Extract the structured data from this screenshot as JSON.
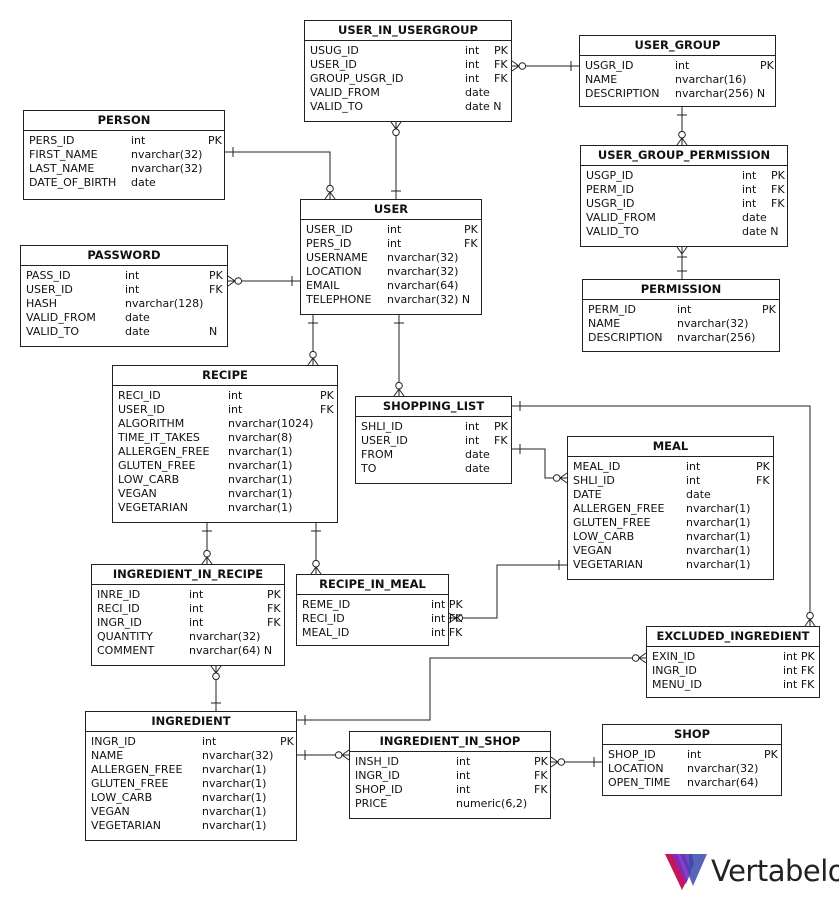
{
  "tables": {
    "user_in_usergroup": {
      "name": "USER_IN_USERGROUP",
      "rows": [
        {
          "col": "USUG_ID",
          "type": "int",
          "key": "PK"
        },
        {
          "col": "USER_ID",
          "type": "int",
          "key": "FK"
        },
        {
          "col": "GROUP_USGR_ID",
          "type": "int",
          "key": "FK"
        },
        {
          "col": "VALID_FROM",
          "type": "date",
          "key": ""
        },
        {
          "col": "VALID_TO",
          "type": "date N",
          "key": ""
        }
      ]
    },
    "user_group": {
      "name": "USER_GROUP",
      "rows": [
        {
          "col": "USGR_ID",
          "type": "int",
          "key": "PK"
        },
        {
          "col": "NAME",
          "type": "nvarchar(16)",
          "key": ""
        },
        {
          "col": "DESCRIPTION",
          "type": "nvarchar(256) N",
          "key": ""
        }
      ]
    },
    "person": {
      "name": "PERSON",
      "rows": [
        {
          "col": "PERS_ID",
          "type": "int",
          "key": "PK"
        },
        {
          "col": "FIRST_NAME",
          "type": "nvarchar(32)",
          "key": ""
        },
        {
          "col": "LAST_NAME",
          "type": "nvarchar(32)",
          "key": ""
        },
        {
          "col": "DATE_OF_BIRTH",
          "type": "date",
          "key": ""
        }
      ]
    },
    "user_group_permission": {
      "name": "USER_GROUP_PERMISSION",
      "rows": [
        {
          "col": "USGP_ID",
          "type": "int",
          "key": "PK"
        },
        {
          "col": "PERM_ID",
          "type": "int",
          "key": "FK"
        },
        {
          "col": "USGR_ID",
          "type": "int",
          "key": "FK"
        },
        {
          "col": "VALID_FROM",
          "type": "date",
          "key": ""
        },
        {
          "col": "VALID_TO",
          "type": "date N",
          "key": ""
        }
      ]
    },
    "user": {
      "name": "USER",
      "rows": [
        {
          "col": "USER_ID",
          "type": "int",
          "key": "PK"
        },
        {
          "col": "PERS_ID",
          "type": "int",
          "key": "FK"
        },
        {
          "col": "USERNAME",
          "type": "nvarchar(32)",
          "key": ""
        },
        {
          "col": "LOCATION",
          "type": "nvarchar(32)",
          "key": ""
        },
        {
          "col": "EMAIL",
          "type": "nvarchar(64)",
          "key": ""
        },
        {
          "col": "TELEPHONE",
          "type": "nvarchar(32) N",
          "key": ""
        }
      ]
    },
    "password": {
      "name": "PASSWORD",
      "rows": [
        {
          "col": "PASS_ID",
          "type": "int",
          "key": "PK"
        },
        {
          "col": "USER_ID",
          "type": "int",
          "key": "FK"
        },
        {
          "col": "HASH",
          "type": "nvarchar(128)",
          "key": ""
        },
        {
          "col": "VALID_FROM",
          "type": "date",
          "key": ""
        },
        {
          "col": "VALID_TO",
          "type": "date",
          "key": "N"
        }
      ]
    },
    "permission": {
      "name": "PERMISSION",
      "rows": [
        {
          "col": "PERM_ID",
          "type": "int",
          "key": "PK"
        },
        {
          "col": "NAME",
          "type": "nvarchar(32)",
          "key": ""
        },
        {
          "col": "DESCRIPTION",
          "type": "nvarchar(256)",
          "key": ""
        }
      ]
    },
    "recipe": {
      "name": "RECIPE",
      "rows": [
        {
          "col": "RECI_ID",
          "type": "int",
          "key": "PK"
        },
        {
          "col": "USER_ID",
          "type": "int",
          "key": "FK"
        },
        {
          "col": "ALGORITHM",
          "type": "nvarchar(1024)",
          "key": ""
        },
        {
          "col": "TIME_IT_TAKES",
          "type": "nvarchar(8)",
          "key": ""
        },
        {
          "col": "ALLERGEN_FREE",
          "type": "nvarchar(1)",
          "key": ""
        },
        {
          "col": "GLUTEN_FREE",
          "type": "nvarchar(1)",
          "key": ""
        },
        {
          "col": "LOW_CARB",
          "type": "nvarchar(1)",
          "key": ""
        },
        {
          "col": "VEGAN",
          "type": "nvarchar(1)",
          "key": ""
        },
        {
          "col": "VEGETARIAN",
          "type": "nvarchar(1)",
          "key": ""
        }
      ]
    },
    "shopping_list": {
      "name": "SHOPPING_LIST",
      "rows": [
        {
          "col": "SHLI_ID",
          "type": "int",
          "key": "PK"
        },
        {
          "col": "USER_ID",
          "type": "int",
          "key": "FK"
        },
        {
          "col": "FROM",
          "type": "date",
          "key": ""
        },
        {
          "col": "TO",
          "type": "date",
          "key": ""
        }
      ]
    },
    "meal": {
      "name": "MEAL",
      "rows": [
        {
          "col": "MEAL_ID",
          "type": "int",
          "key": "PK"
        },
        {
          "col": "SHLI_ID",
          "type": "int",
          "key": "FK"
        },
        {
          "col": "DATE",
          "type": "date",
          "key": ""
        },
        {
          "col": "ALLERGEN_FREE",
          "type": "nvarchar(1)",
          "key": ""
        },
        {
          "col": "GLUTEN_FREE",
          "type": "nvarchar(1)",
          "key": ""
        },
        {
          "col": "LOW_CARB",
          "type": "nvarchar(1)",
          "key": ""
        },
        {
          "col": "VEGAN",
          "type": "nvarchar(1)",
          "key": ""
        },
        {
          "col": "VEGETARIAN",
          "type": "nvarchar(1)",
          "key": ""
        }
      ]
    },
    "ingredient_in_recipe": {
      "name": "INGREDIENT_IN_RECIPE",
      "rows": [
        {
          "col": "INRE_ID",
          "type": "int",
          "key": "PK"
        },
        {
          "col": "RECI_ID",
          "type": "int",
          "key": "FK"
        },
        {
          "col": "INGR_ID",
          "type": "int",
          "key": "FK"
        },
        {
          "col": "QUANTITY",
          "type": "nvarchar(32)",
          "key": ""
        },
        {
          "col": "COMMENT",
          "type": "nvarchar(64) N",
          "key": ""
        }
      ]
    },
    "recipe_in_meal": {
      "name": "RECIPE_IN_MEAL",
      "rows": [
        {
          "col": "REME_ID",
          "type": "int PK",
          "key": ""
        },
        {
          "col": "RECI_ID",
          "type": "int FK",
          "key": ""
        },
        {
          "col": "MEAL_ID",
          "type": "int FK",
          "key": ""
        }
      ]
    },
    "excluded_ingredient": {
      "name": "EXCLUDED_INGREDIENT",
      "rows": [
        {
          "col": "EXIN_ID",
          "type": "int PK",
          "key": ""
        },
        {
          "col": "INGR_ID",
          "type": "int FK",
          "key": ""
        },
        {
          "col": "MENU_ID",
          "type": "int FK",
          "key": ""
        }
      ]
    },
    "ingredient": {
      "name": "INGREDIENT",
      "rows": [
        {
          "col": "INGR_ID",
          "type": "int",
          "key": "PK"
        },
        {
          "col": "NAME",
          "type": "nvarchar(32)",
          "key": ""
        },
        {
          "col": "ALLERGEN_FREE",
          "type": "nvarchar(1)",
          "key": ""
        },
        {
          "col": "GLUTEN_FREE",
          "type": "nvarchar(1)",
          "key": ""
        },
        {
          "col": "LOW_CARB",
          "type": "nvarchar(1)",
          "key": ""
        },
        {
          "col": "VEGAN",
          "type": "nvarchar(1)",
          "key": ""
        },
        {
          "col": "VEGETARIAN",
          "type": "nvarchar(1)",
          "key": ""
        }
      ]
    },
    "ingredient_in_shop": {
      "name": "INGREDIENT_IN_SHOP",
      "rows": [
        {
          "col": "INSH_ID",
          "type": "int",
          "key": "PK"
        },
        {
          "col": "INGR_ID",
          "type": "int",
          "key": "FK"
        },
        {
          "col": "SHOP_ID",
          "type": "int",
          "key": "FK"
        },
        {
          "col": "PRICE",
          "type": "numeric(6,2)",
          "key": ""
        }
      ]
    },
    "shop": {
      "name": "SHOP",
      "rows": [
        {
          "col": "SHOP_ID",
          "type": "int",
          "key": "PK"
        },
        {
          "col": "LOCATION",
          "type": "nvarchar(32)",
          "key": ""
        },
        {
          "col": "OPEN_TIME",
          "type": "nvarchar(64)",
          "key": ""
        }
      ]
    }
  },
  "logo": {
    "text": "Vertabelo"
  },
  "colors": {
    "line": "#222222",
    "logo_purple": "#7b2cbf",
    "logo_magenta": "#c2185b",
    "logo_blue": "#3949ab",
    "logo_violet": "#5e35b1"
  }
}
